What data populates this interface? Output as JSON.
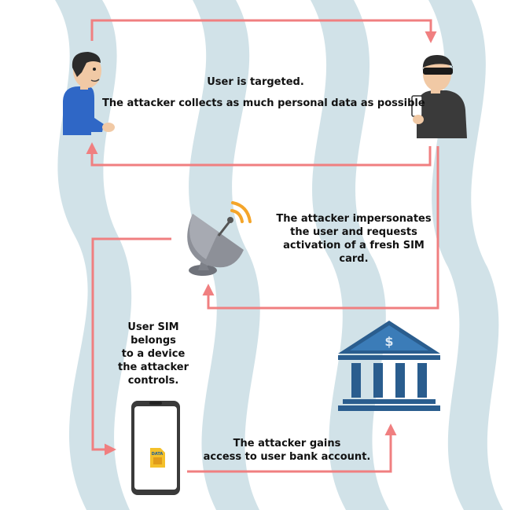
{
  "steps": {
    "targeted": {
      "line1": "User is targeted.",
      "line2": "The attacker collects as much personal data as possible"
    },
    "impersonate": {
      "line1": "The attacker impersonates",
      "line2": "the user and requests",
      "line3": "activation of a fresh SIM",
      "line4": "card."
    },
    "device": {
      "line1": "User SIM",
      "line2": "belongs",
      "line3": "to a device",
      "line4": "the attacker",
      "line5": "controls."
    },
    "gains": {
      "line1": "The attacker gains",
      "line2": "access to user bank account."
    }
  },
  "sim_label": "DATA",
  "colors": {
    "arrow": "#f07f80",
    "wave": "#c9dde4",
    "bank": "#2a5d8e",
    "user_shirt": "#2f67c6",
    "hacker_jacket": "#3a3a3a",
    "dish": "#8d9098",
    "signal": "#f4a52a",
    "sim": "#f4c02a"
  },
  "icons": [
    "user-icon",
    "hacker-icon",
    "satellite-dish-icon",
    "bank-icon",
    "smartphone-icon",
    "sim-card-icon"
  ]
}
